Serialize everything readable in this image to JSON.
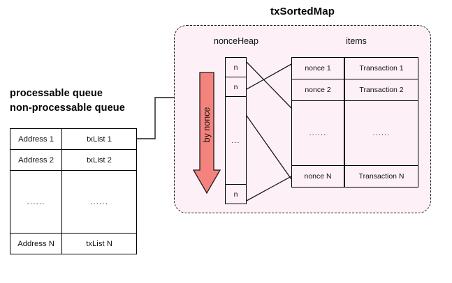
{
  "diagram": {
    "title": "txSortedMap",
    "colors": {
      "arrow_fill": "#F4837E",
      "arrow_stroke": "#1a1a1a",
      "box_background": "#fdf1f7",
      "box_border": "#1a1a1a",
      "line": "#1a1a1a"
    }
  },
  "queue": {
    "labels": [
      "processable queue",
      "non-processable queue"
    ],
    "table": {
      "columns": [
        "address",
        "txList"
      ],
      "rows": [
        {
          "address": "Address 1",
          "txList": "txList 1",
          "tall": false
        },
        {
          "address": "Address 2",
          "txList": "txList 2",
          "tall": false
        },
        {
          "address": "......",
          "txList": "......",
          "tall": true
        },
        {
          "address": "Address N",
          "txList": "txList N",
          "tall": false
        }
      ]
    }
  },
  "tx_sorted_map": {
    "title": "txSortedMap",
    "nonce_heap": {
      "header": "nonceHeap",
      "cells": [
        {
          "label": "n",
          "tall": false
        },
        {
          "label": "n",
          "tall": false
        },
        {
          "label": "...",
          "tall": true
        },
        {
          "label": "n",
          "tall": false
        }
      ]
    },
    "sort_arrow": {
      "label": "by nonce",
      "direction": "down"
    },
    "items": {
      "header": "items",
      "columns": [
        "nonce",
        "transaction"
      ],
      "rows": [
        {
          "nonce": "nonce 1",
          "transaction": "Transaction 1",
          "tall": false
        },
        {
          "nonce": "nonce 2",
          "transaction": "Transaction 2",
          "tall": false
        },
        {
          "nonce": "......",
          "transaction": "......",
          "tall": true
        },
        {
          "nonce": "nonce N",
          "transaction": "Transaction N",
          "tall": false
        }
      ]
    }
  }
}
